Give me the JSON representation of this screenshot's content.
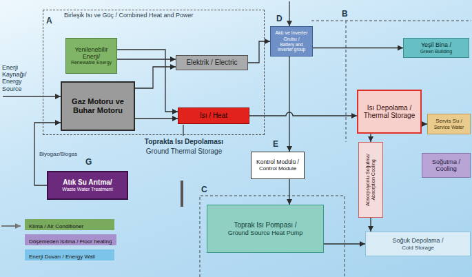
{
  "diagram": {
    "nodes": [
      {
        "text": [
          "Birleşik Isı ve Güç / Combined Heat and Power"
        ]
      },
      {
        "text": [
          "Yenilenebilir Enerji/",
          "Renewable Energy"
        ],
        "in": 0
      },
      {
        "text": [
          "Gaz Motoru ve Buhar Motoru"
        ],
        "in": 0
      },
      {
        "text": [
          "Elektrik / Electric"
        ],
        "in": 0
      },
      {
        "text": [
          "Isı / Heat"
        ],
        "in": 0
      },
      {
        "text": [
          "Akü ve İnverter Grubu /",
          "Battery and Inverter group"
        ]
      },
      {
        "text": [
          "Yeşil Bina /",
          "Green Building"
        ]
      },
      {
        "text": [
          "Isı Depolama /",
          "Thermal Storage"
        ]
      },
      {
        "text": [
          "Servis Su /",
          "Service Water"
        ]
      },
      {
        "text": [
          "Soğutma / Cooling"
        ]
      },
      {
        "text": [
          "Kontrol Modülü /",
          "Control Module"
        ]
      },
      {
        "text": [
          "Absorpsiyonlu Soğutma/",
          "Absorption Cooling"
        ]
      },
      {
        "text": [
          "Toprak Isı Pompası /",
          "Ground Source Heat Pump"
        ]
      },
      {
        "text": [
          "Soğuk Depolama /",
          "Cold Storage"
        ]
      },
      {
        "text": [
          "Atık Su Arıtma/",
          "Waste Water Treatment"
        ]
      }
    ],
    "edges": [
      {
        "from": 1,
        "to": 3,
        "arrow": "to"
      },
      {
        "from": 1,
        "to": 4,
        "arrow": "to"
      },
      {
        "from": 2,
        "to": 3,
        "arrow": "to"
      },
      {
        "from": 2,
        "to": 4,
        "arrow": "to"
      },
      {
        "from": 3,
        "to": 5,
        "arrow": "to"
      },
      {
        "from": 5,
        "to": 6,
        "arrow": "to"
      },
      {
        "from": 4,
        "to": 7,
        "arrow": "to"
      },
      {
        "from": 5,
        "to": 10,
        "arrow": "to"
      },
      {
        "from": 10,
        "to": 12,
        "arrow": "to"
      },
      {
        "from": 7,
        "to": 8,
        "arrow": "to"
      },
      {
        "from": 7,
        "to": 11,
        "arrow": "to"
      },
      {
        "from": 11,
        "to": 13,
        "arrow": "to"
      },
      {
        "from": 12,
        "to": 13,
        "arrow": "to"
      },
      {
        "from": 14,
        "to": 2,
        "arrow": "to",
        "label": "Biyogaz/Biogas"
      }
    ],
    "labels": [
      "A",
      "B",
      "C",
      "D",
      "E",
      "G",
      "Enerji Kaynağı/ Energy Source",
      "Toprakta Isı Depolaması",
      "Ground Thermal Storage"
    ],
    "legend": [
      {
        "text": "Klima / Air Conditioner",
        "color": "#7aaa5e"
      },
      {
        "text": "Döşemeden Isıtma / Floor heating",
        "color": "#a890cc"
      },
      {
        "text": "Enerji Duvarı / Energy Wall",
        "color": "#7cc4ea"
      }
    ]
  }
}
